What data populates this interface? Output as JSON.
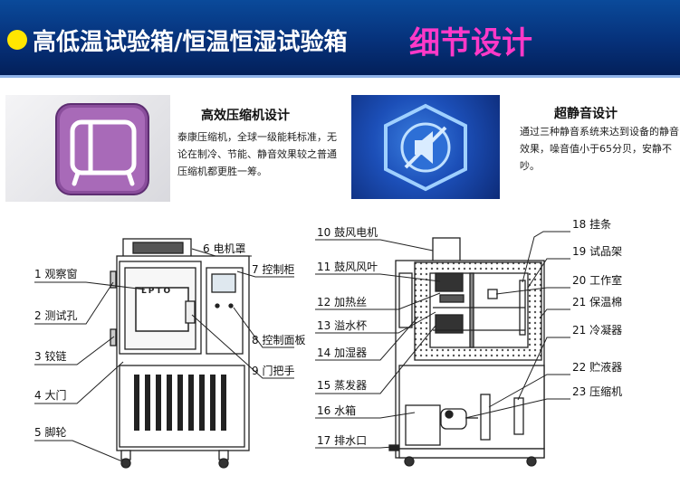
{
  "banner": {
    "title": "高低温试验箱/恒温恒湿试验箱",
    "highlight": "细节设计"
  },
  "features": [
    {
      "title": "高效压缩机设计",
      "desc": "泰康压缩机，全球一级能耗标准，无论在制冷、节能、静音效果较之普通压缩机都更胜一筹。",
      "icon": "compressor-icon"
    },
    {
      "title": "超静音设计",
      "desc": "通过三种静音系统来达到设备的静音效果，噪音值小于65分贝，安静不吵。",
      "icon": "mute-speaker-icon"
    }
  ],
  "left_diagram": {
    "brand_plate": "LPTO",
    "labels": [
      "1 观察窗",
      "2 测试孔",
      "3 铰链",
      "4 大门",
      "5 脚轮",
      "6 电机罩",
      "7 控制柜",
      "8 控制面板",
      "9 门把手"
    ]
  },
  "right_diagram": {
    "labels": [
      "10 鼓风电机",
      "11 鼓风风叶",
      "12 加热丝",
      "13 溢水杯",
      "14 加湿器",
      "15 蒸发器",
      "16 水箱",
      "17 排水口",
      "18 挂条",
      "19 试品架",
      "20 工作室",
      "21 保温棉",
      "21 冷凝器",
      "22 贮液器",
      "23 压缩机"
    ]
  },
  "colors": {
    "banner": "#06317a",
    "highlight": "#ff39c8",
    "dot": "#ffe600"
  }
}
